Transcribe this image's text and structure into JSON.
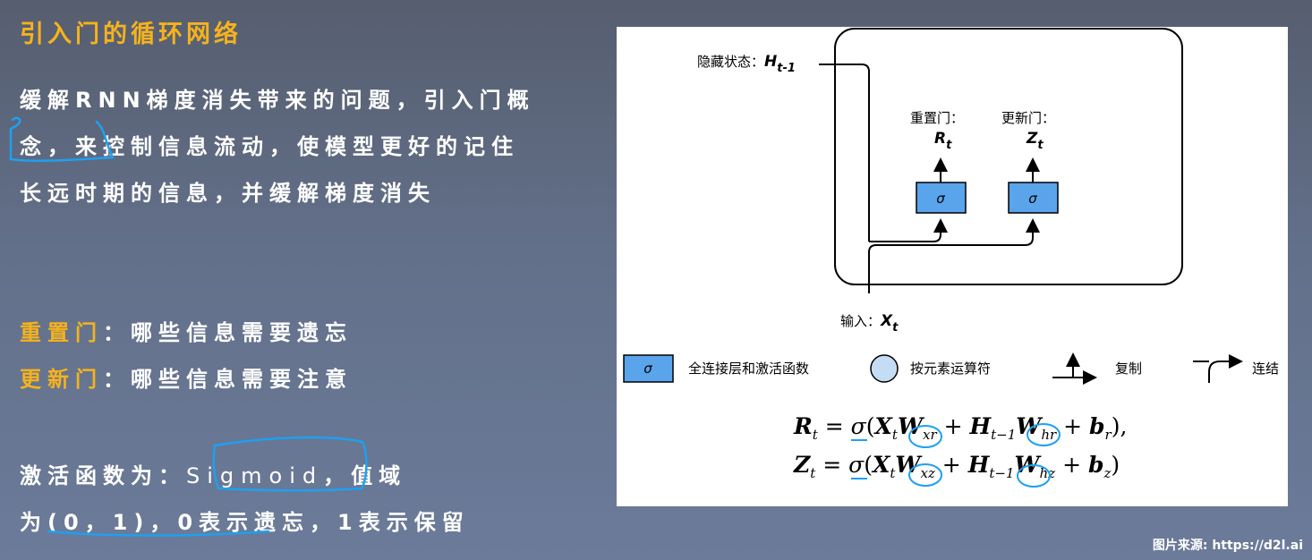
{
  "title": "引入门的循环网络",
  "intro": "缓解RNN梯度消失带来的问题，引入门概念，来控制信息流动，使模型更好的记住长远时期的信息，并缓解梯度消失",
  "gates": [
    {
      "name": "重置门",
      "sep": "：",
      "desc": "哪些信息需要遗忘"
    },
    {
      "name": "更新门",
      "sep": "：",
      "desc": "哪些信息需要注意"
    }
  ],
  "activation": {
    "prefix": "激活函数为：",
    "func": "Sigmoid",
    "suffix": "，值域",
    "line2": "为(0，1)，0表示遗忘，1表示保留"
  },
  "diagram": {
    "hidden_label": "隐藏状态：",
    "hidden_sym": "H",
    "hidden_sub": "t-1",
    "reset_label": "重置门：",
    "reset_sym": "R",
    "update_label": "更新门：",
    "update_sym": "Z",
    "sym_sub": "t",
    "sigma": "σ",
    "input_label": "输入：",
    "input_sym": "X",
    "legend": {
      "fc": "全连接层和激活函数",
      "elementwise": "按元素运算符",
      "copy": "复制",
      "concat": "连结"
    }
  },
  "equations": {
    "r": {
      "lhs": "R",
      "lhs_sub": "t",
      "eq": " = ",
      "sig": "σ",
      "open": "(",
      "x": "X",
      "x_sub": "t",
      "w1": "W",
      "w1_sub": "xr",
      "plus1": " + ",
      "h": "H",
      "h_sub": "t−1",
      "w2": "W",
      "w2_sub": "hr",
      "plus2": " + ",
      "b": "b",
      "b_sub": "r",
      "close": "),"
    },
    "z": {
      "lhs": "Z",
      "lhs_sub": "t",
      "eq": " = ",
      "sig": "σ",
      "open": "(",
      "x": "X",
      "x_sub": "t",
      "w1": "W",
      "w1_sub": "xz",
      "plus1": " + ",
      "h": "H",
      "h_sub": "t−1",
      "w2": "W",
      "w2_sub": "hz",
      "plus2": " + ",
      "b": "b",
      "b_sub": "z",
      "close": ")"
    }
  },
  "source": "图片来源: https://d2l.ai",
  "colors": {
    "accent": "#f6b21c",
    "gate_box": "#5aa4eb",
    "op_circle": "#c5dcf5",
    "ink": "#1ea0f0"
  }
}
